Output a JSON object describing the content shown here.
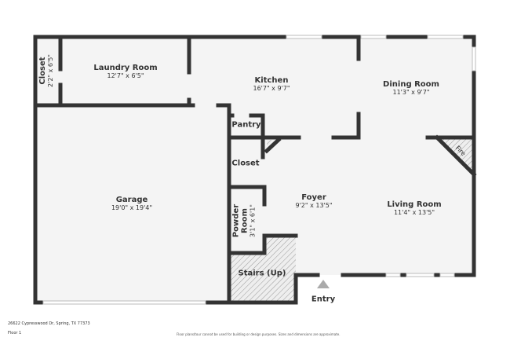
{
  "rooms": {
    "closet_laundry": {
      "name": "Closet",
      "dim": "2'2\" x 6'5\""
    },
    "laundry": {
      "name": "Laundry Room",
      "dim": "12'7\" x 6'5\""
    },
    "kitchen": {
      "name": "Kitchen",
      "dim": "16'7\" x 9'7\""
    },
    "dining": {
      "name": "Dining Room",
      "dim": "11'3\" x 9'7\""
    },
    "pantry": {
      "name": "Pantry"
    },
    "closet": {
      "name": "Closet"
    },
    "garage": {
      "name": "Garage",
      "dim": "19'0\" x 19'4\""
    },
    "foyer": {
      "name": "Foyer",
      "dim": "9'2\" x 13'5\""
    },
    "living": {
      "name": "Living Room",
      "dim": "11'4\" x 13'5\""
    },
    "powder": {
      "name": "Powder Room",
      "dim": "3'1\" x 6'1\""
    },
    "stairs": {
      "name": "Stairs (Up)"
    },
    "fireplace": {
      "name": "Fire"
    }
  },
  "entry_label": "Entry",
  "footer": {
    "address": "26622 Cypresswood Dr, Spring, TX 77373",
    "floor": "Floor 1",
    "disclaimer": "Floor plans/tour cannot be used for building or design purposes. Sizes and dimensions are approximate."
  }
}
